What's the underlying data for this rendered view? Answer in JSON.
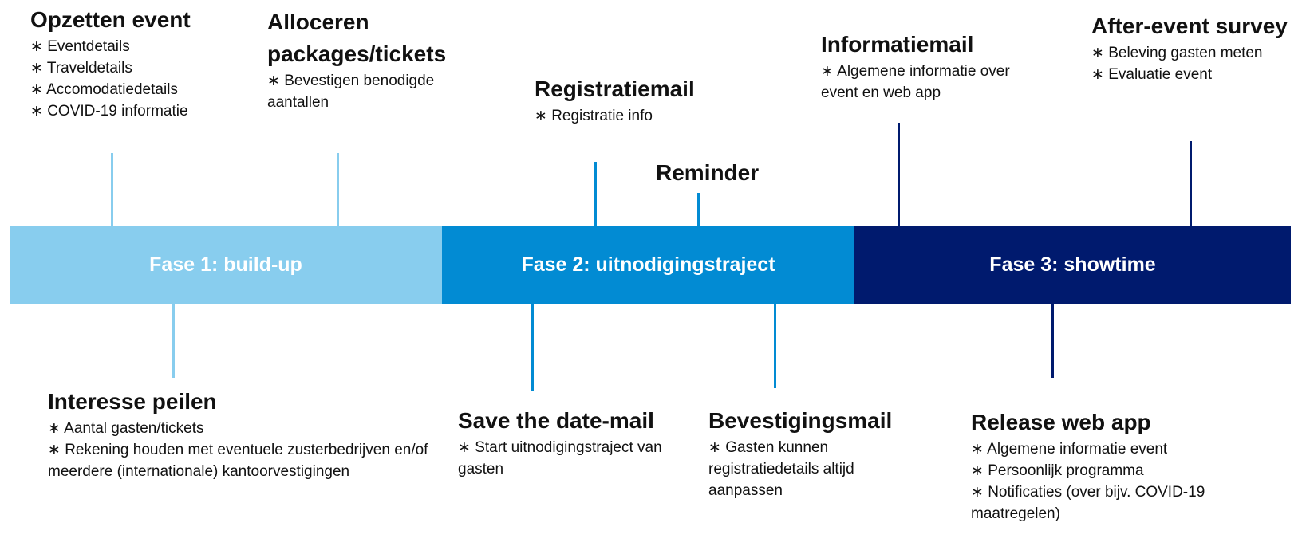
{
  "colors": {
    "phase1": "#88CDEE",
    "phase2": "#028BD3",
    "phase3": "#001A6E"
  },
  "phases": [
    {
      "label": "Fase 1: build-up"
    },
    {
      "label": "Fase 2: uitnodigingstraject"
    },
    {
      "label": "Fase 3: showtime"
    }
  ],
  "milestones": {
    "opzetten": {
      "title": "Opzetten event",
      "items": [
        "Eventdetails",
        "Traveldetails",
        "Accomodatiedetails",
        "COVID-19 informatie"
      ]
    },
    "alloceren": {
      "title": "Alloceren packages/tickets",
      "items": [
        "Bevestigen benodigde aantallen"
      ]
    },
    "registratiemail": {
      "title": "Registratiemail",
      "items": [
        "Registratie info"
      ]
    },
    "reminder": {
      "title": "Reminder"
    },
    "informatiemail": {
      "title": "Informatiemail",
      "items": [
        "Algemene informatie over event en web app"
      ]
    },
    "afterevent": {
      "title": "After-event survey",
      "items": [
        "Beleving gasten meten",
        "Evaluatie event"
      ]
    },
    "interesse": {
      "title": "Interesse peilen",
      "items": [
        "Aantal gasten/tickets",
        "Rekening houden met eventuele zusterbedrijven en/of meerdere (internationale) kantoorvestigingen"
      ]
    },
    "savedate": {
      "title": "Save the date-mail",
      "items": [
        "Start uitnodigingstraject van gasten"
      ]
    },
    "bevestiging": {
      "title": "Bevestigingsmail",
      "items": [
        "Gasten kunnen registratiedetails altijd aanpassen"
      ]
    },
    "release": {
      "title": "Release web app",
      "items": [
        "Algemene informatie event",
        "Persoonlijk programma",
        "Notificaties (over bijv. COVID-19 maatregelen)"
      ]
    }
  }
}
